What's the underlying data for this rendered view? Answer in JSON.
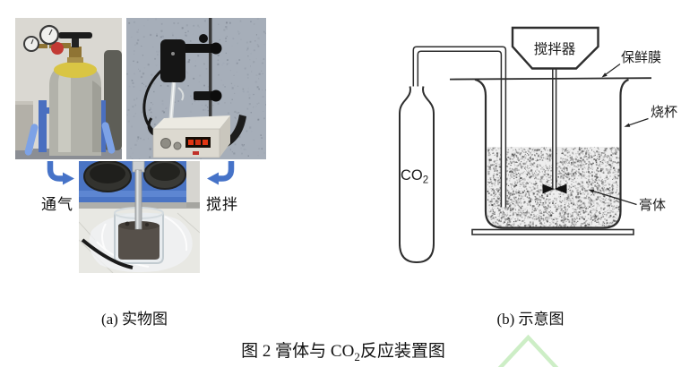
{
  "panel_a": {
    "caption": "(a) 实物图",
    "arrow_left_label": "通气",
    "arrow_right_label": "搅拌"
  },
  "panel_b": {
    "caption": "(b) 示意图",
    "stirrer_label": "搅拌器",
    "film_label": "保鲜膜",
    "beaker_label": "烧杯",
    "paste_label": "膏体",
    "gas_label": "CO",
    "gas_label_sub": "2"
  },
  "figure_caption": {
    "prefix": "图 2 膏体与 CO",
    "sub": "2",
    "suffix": "反应装置图"
  },
  "colors": {
    "arrow_blue": "#4673c8",
    "line_dark": "#2e2e2e",
    "watermark_green": "#cdeec6"
  }
}
